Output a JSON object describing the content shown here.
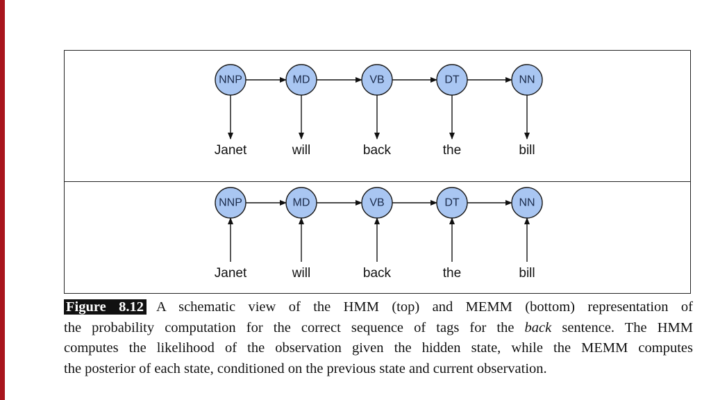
{
  "colors": {
    "node_fill": "#a9c6f2",
    "side_bar": "#a8151d"
  },
  "diagram": {
    "top_panel": {
      "nodes": [
        "NNP",
        "MD",
        "VB",
        "DT",
        "NN"
      ],
      "words": [
        "Janet",
        "will",
        "back",
        "the",
        "bill"
      ]
    },
    "bottom_panel": {
      "nodes": [
        "NNP",
        "MD",
        "VB",
        "DT",
        "NN"
      ],
      "words": [
        "Janet",
        "will",
        "back",
        "the",
        "bill"
      ]
    }
  },
  "caption": {
    "label": "Figure 8.12",
    "line1": "A schematic view of the HMM (top) and MEMM (bottom) representation of",
    "line2_pre": "the probability computation for the correct sequence of tags for the ",
    "line2_em": "back",
    "line2_post": " sentence. The HMM",
    "line3": "computes the likelihood of the observation given the hidden state, while the MEMM computes",
    "line4": "the posterior of each state, conditioned on the previous state and current observation."
  }
}
